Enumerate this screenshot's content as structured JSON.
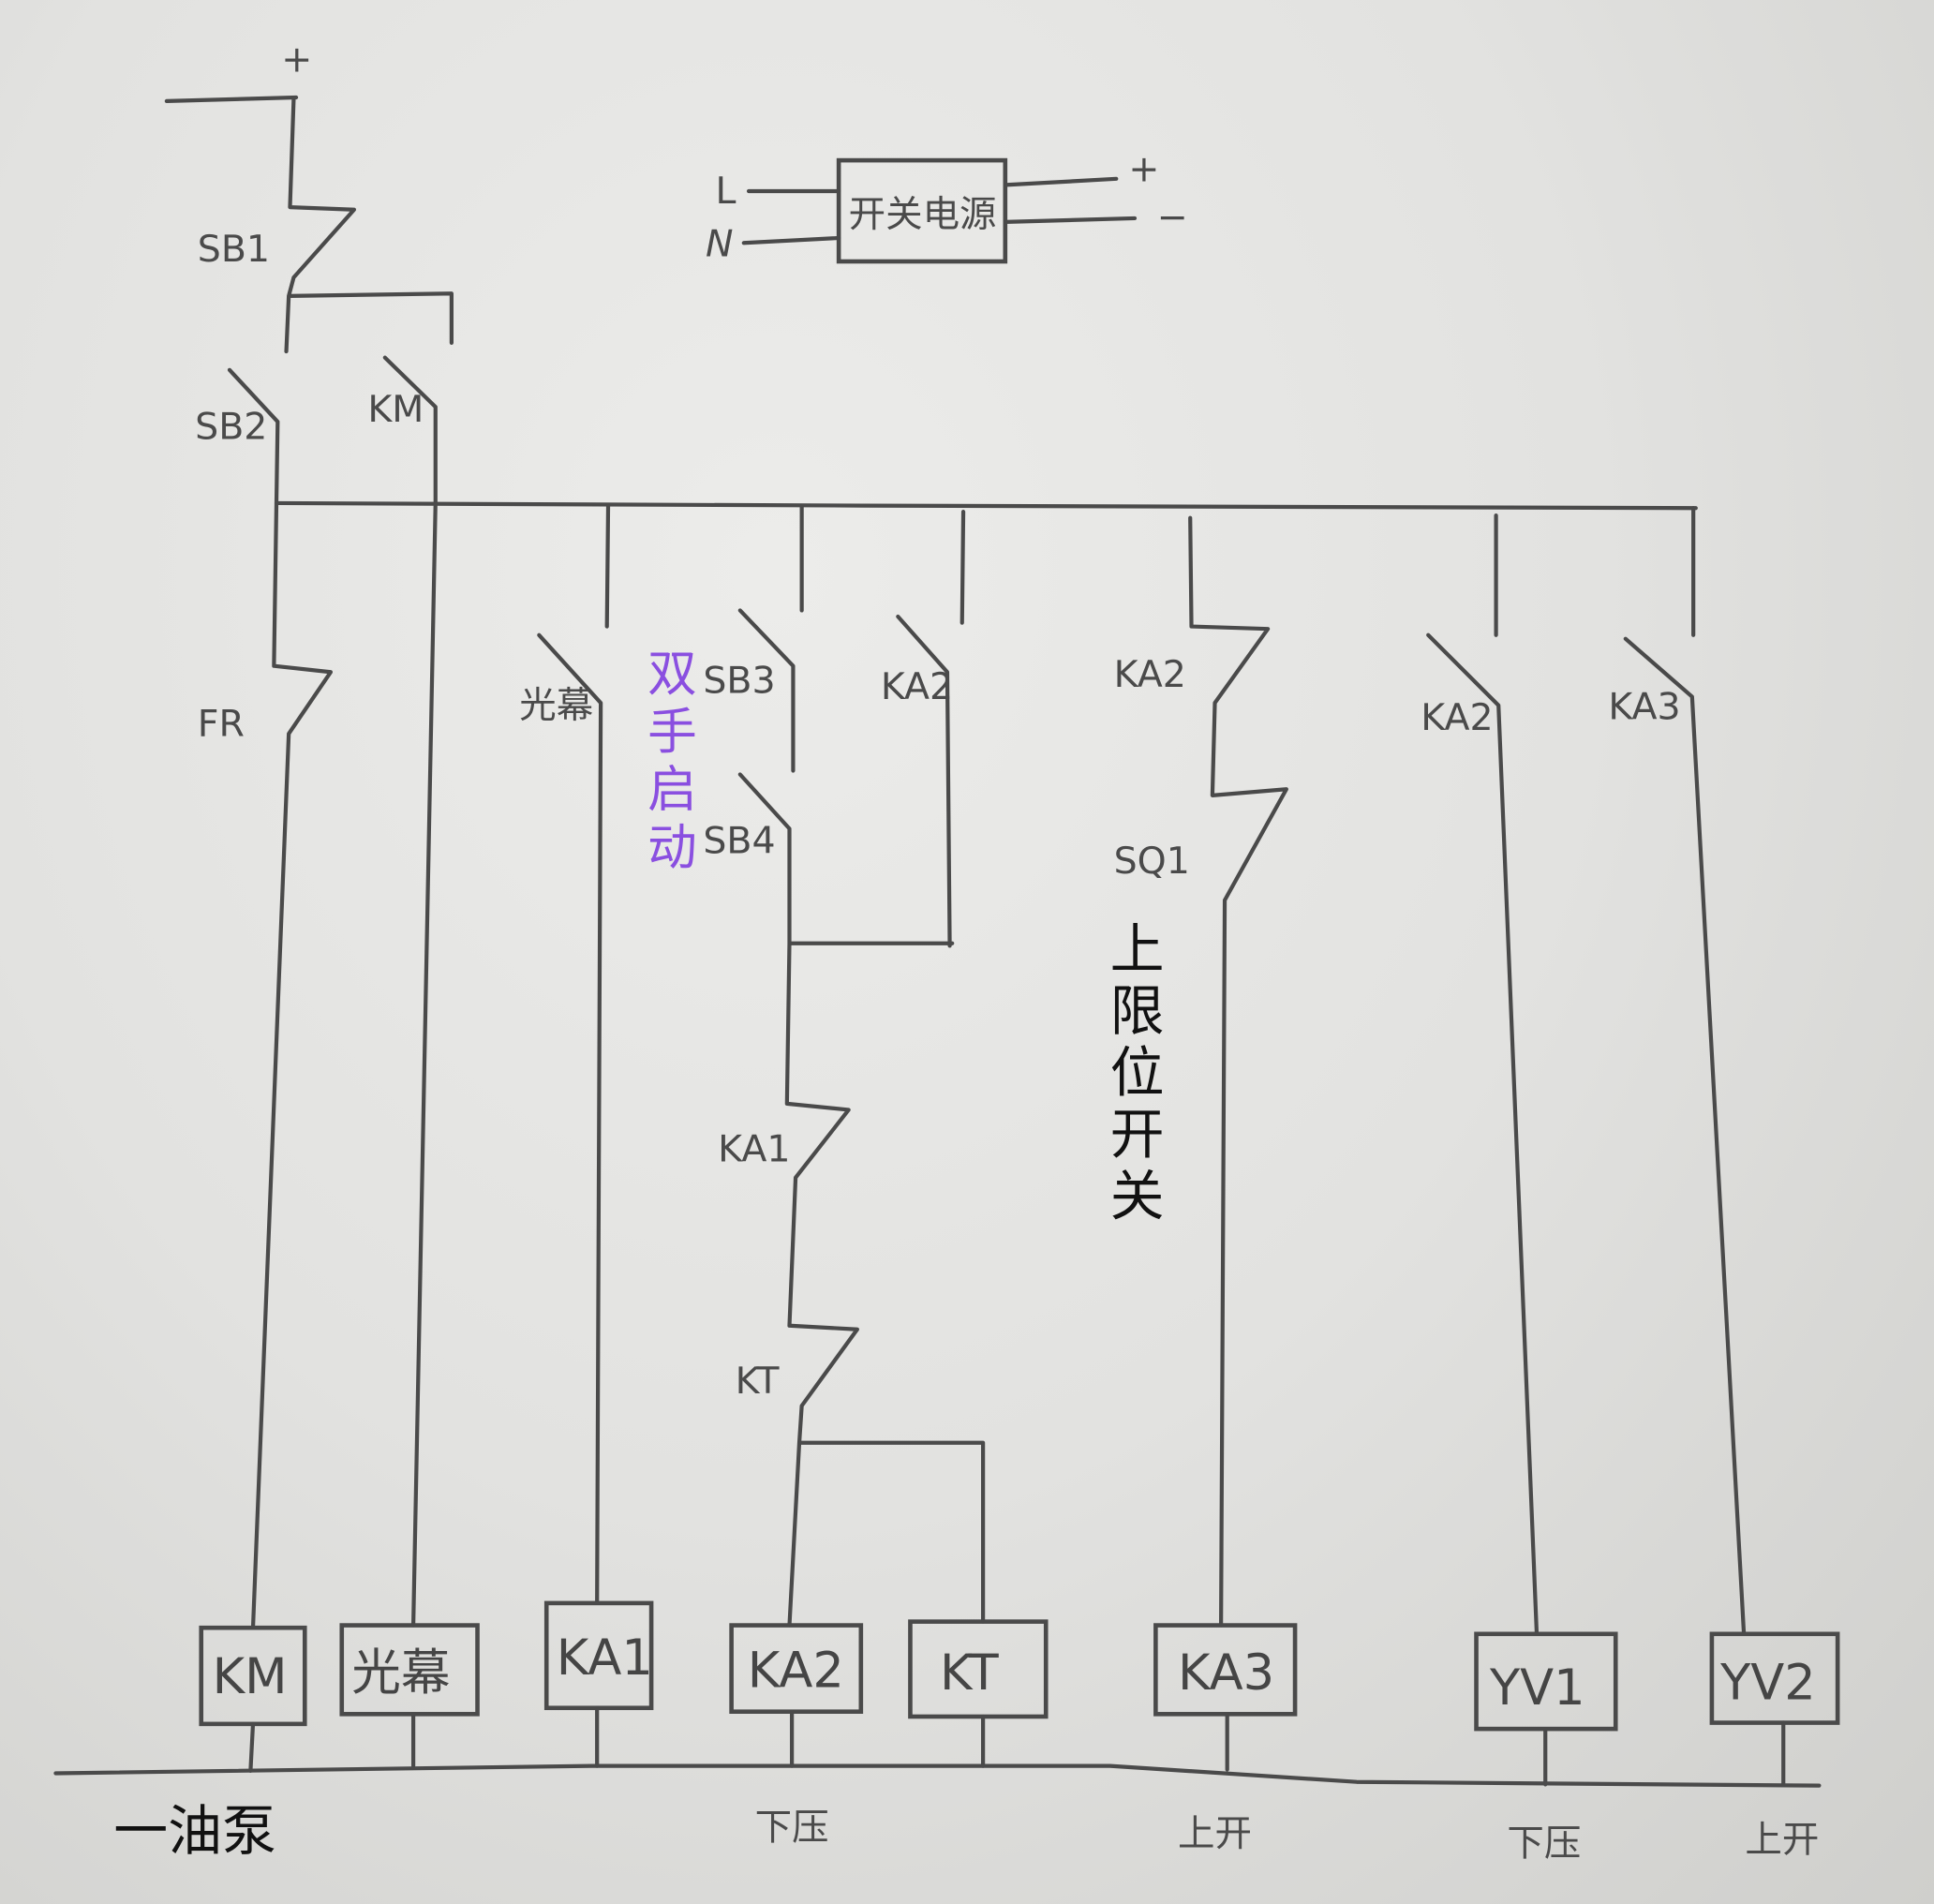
{
  "power_supply": {
    "label": "开关电源",
    "input_l": "L",
    "input_n": "N",
    "output_pos": "+",
    "output_neg": "−"
  },
  "top_terminal": "+",
  "contacts": {
    "sb1": "SB1",
    "sb2": "SB2",
    "km": "KM",
    "fr": "FR",
    "light_curtain": "光幕",
    "sb3": "SB3",
    "sb4": "SB4",
    "ka2_hold": "KA2",
    "ka1": "KA1",
    "kt": "KT",
    "ka2_nc": "KA2",
    "sq1": "SQ1",
    "ka2_yv1": "KA2",
    "ka3_yv2": "KA3"
  },
  "annotations": {
    "two_hand_start": [
      "双",
      "手",
      "启",
      "动"
    ],
    "upper_limit_switch": [
      "上",
      "限",
      "位",
      "开",
      "关"
    ]
  },
  "coils": [
    "KM",
    "光幕",
    "KA1",
    "KA2",
    "KT",
    "KA3",
    "YV1",
    "YV2"
  ],
  "bottom_labels": {
    "oil_pump": "一油泵",
    "press_down_1": "下压",
    "up_1": "上开",
    "press_down_2": "下压",
    "up_2": "上开"
  }
}
